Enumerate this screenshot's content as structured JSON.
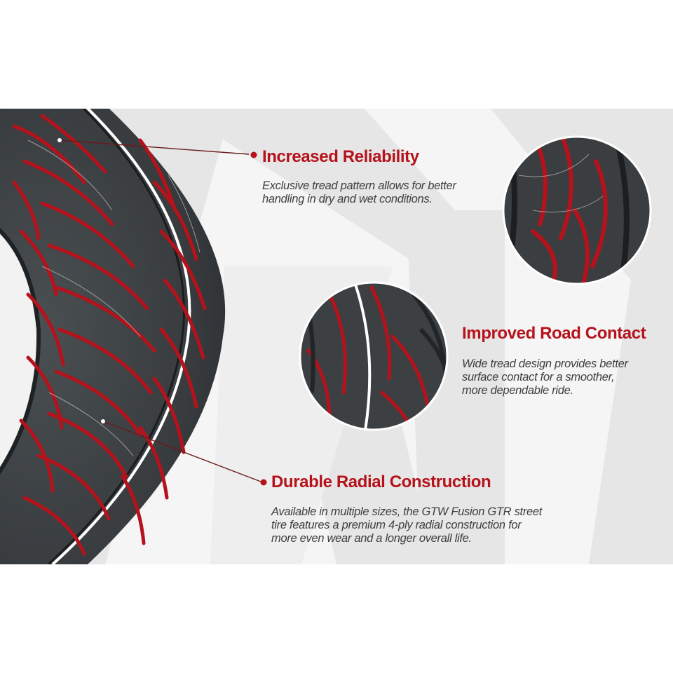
{
  "features": [
    {
      "title": "Increased Reliability",
      "lines": [
        "Exclusive tread pattern allows for better",
        "handling in dry and wet conditions."
      ]
    },
    {
      "title": "Improved Road Contact",
      "lines": [
        "Wide tread design provides better",
        "surface contact for a smoother,",
        "more dependable ride."
      ]
    },
    {
      "title": "Durable Radial Construction",
      "lines": [
        "Available in multiple sizes, the GTW Fusion GTR street",
        "tire features a premium 4-ply radial construction for",
        "more even wear and a longer overall life."
      ]
    }
  ],
  "colors": {
    "accent": "#b5121b",
    "text": "#3e3e3e",
    "rubber": "#3a3e41",
    "background_shapes": "#e8e8e8"
  }
}
